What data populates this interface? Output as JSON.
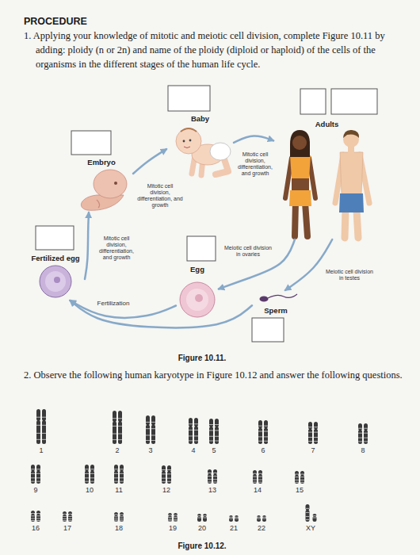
{
  "diagram": {
    "title": "PROCEDURE",
    "nodes": [
      {
        "text": [
          "Baby"
        ]
      },
      {
        "text": [
          "Adults"
        ]
      },
      {
        "text": [
          "Embryo"
        ]
      },
      {
        "text": [
          "Fertilized egg"
        ]
      },
      {
        "text": [
          "Egg"
        ]
      },
      {
        "text": [
          "Sperm"
        ]
      }
    ],
    "edges": [
      {
        "from": 2,
        "to": 0,
        "arrow": "to",
        "label": "Mitotic cell division, differentiation, and growth"
      },
      {
        "from": 0,
        "to": 1,
        "arrow": "to",
        "label": "Mitotic cell division, differentiation, and growth"
      },
      {
        "from": 3,
        "to": 2,
        "arrow": "to",
        "label": "Mitotic cell division, differentiation, and growth"
      },
      {
        "from": 1,
        "to": 4,
        "arrow": "to",
        "label": "Meiotic cell division in ovaries"
      },
      {
        "from": 1,
        "to": 5,
        "arrow": "to",
        "label": "Meiotic cell division in testes"
      },
      {
        "from": 5,
        "to": 3,
        "arrow": "to",
        "label": "Fertilization"
      },
      {
        "from": 4,
        "to": 3,
        "arrow": "to"
      }
    ],
    "labels": [
      "1. Applying your knowledge of mitotic and meiotic cell division, complete Figure 10.11 by adding: ploidy (n or 2n) and name of the ploidy (diploid or haploid) of the cells of the organisms in the different stages of the human life cycle.",
      "Figure 10.11.",
      "2. Observe the following human karyotype in Figure 10.12 and answer the following questions.",
      "1",
      "2",
      "3",
      "4",
      "5",
      "6",
      "7",
      "8",
      "9",
      "10",
      "11",
      "12",
      "13",
      "14",
      "15",
      "16",
      "17",
      "18",
      "19",
      "20",
      "21",
      "22",
      "XY",
      "Figure 10.12."
    ]
  }
}
